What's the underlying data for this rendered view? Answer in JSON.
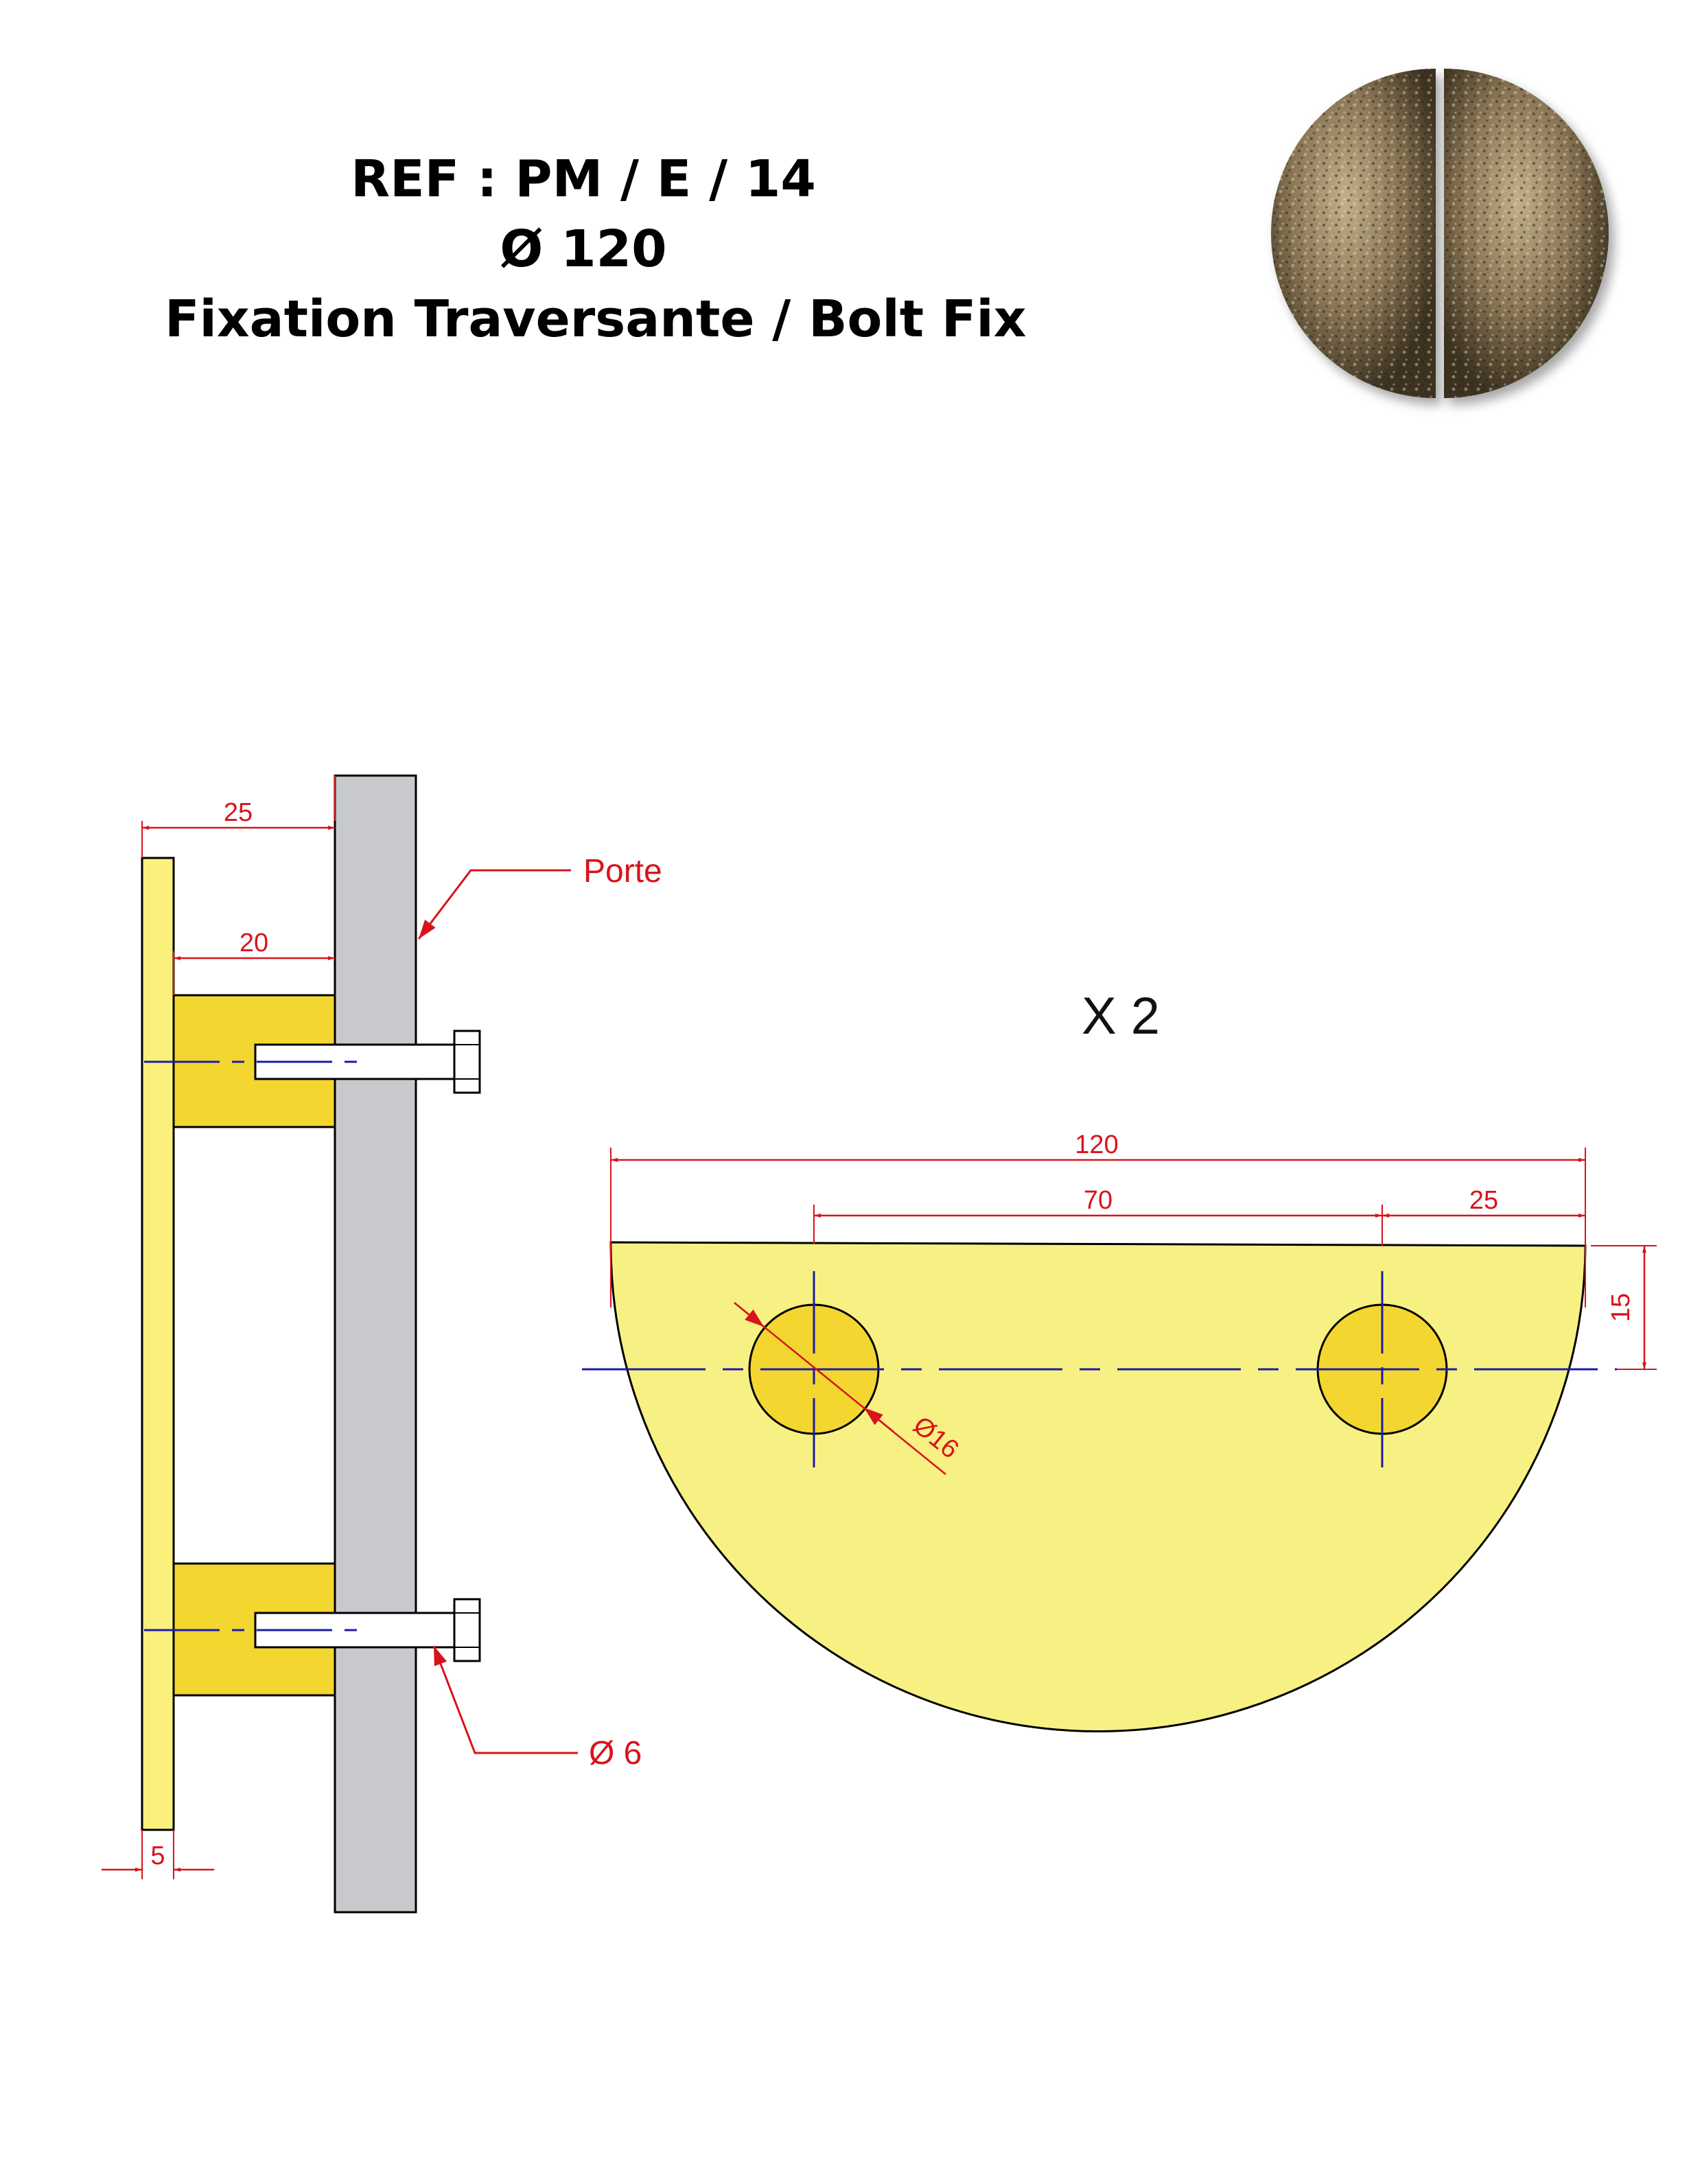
{
  "header": {
    "ref": "REF : PM / E / 14",
    "diameter": "Ø 120",
    "fixation": "Fixation Traversante / Bolt Fix"
  },
  "side_view": {
    "dim_total_depth": "25",
    "dim_standoff": "20",
    "dim_plate_thickness": "5",
    "label_door": "Porte",
    "label_bolt": "Ø 6"
  },
  "front_view": {
    "quantity": "X 2",
    "dim_width": "120",
    "dim_hole_spacing": "70",
    "dim_edge_offset": "25",
    "dim_hole_height": "15",
    "dim_hole_diameter": "Ø16"
  },
  "colors": {
    "plate": "#fbf07c",
    "halfmoon": "#f7f183",
    "standoff": "#f4d630",
    "door": "#c8c9cc",
    "dimension": "#d8141b",
    "centerline": "#1c1ca8"
  },
  "icons": {
    "product_photo": "textured-bronze-halfmoon-handles"
  }
}
